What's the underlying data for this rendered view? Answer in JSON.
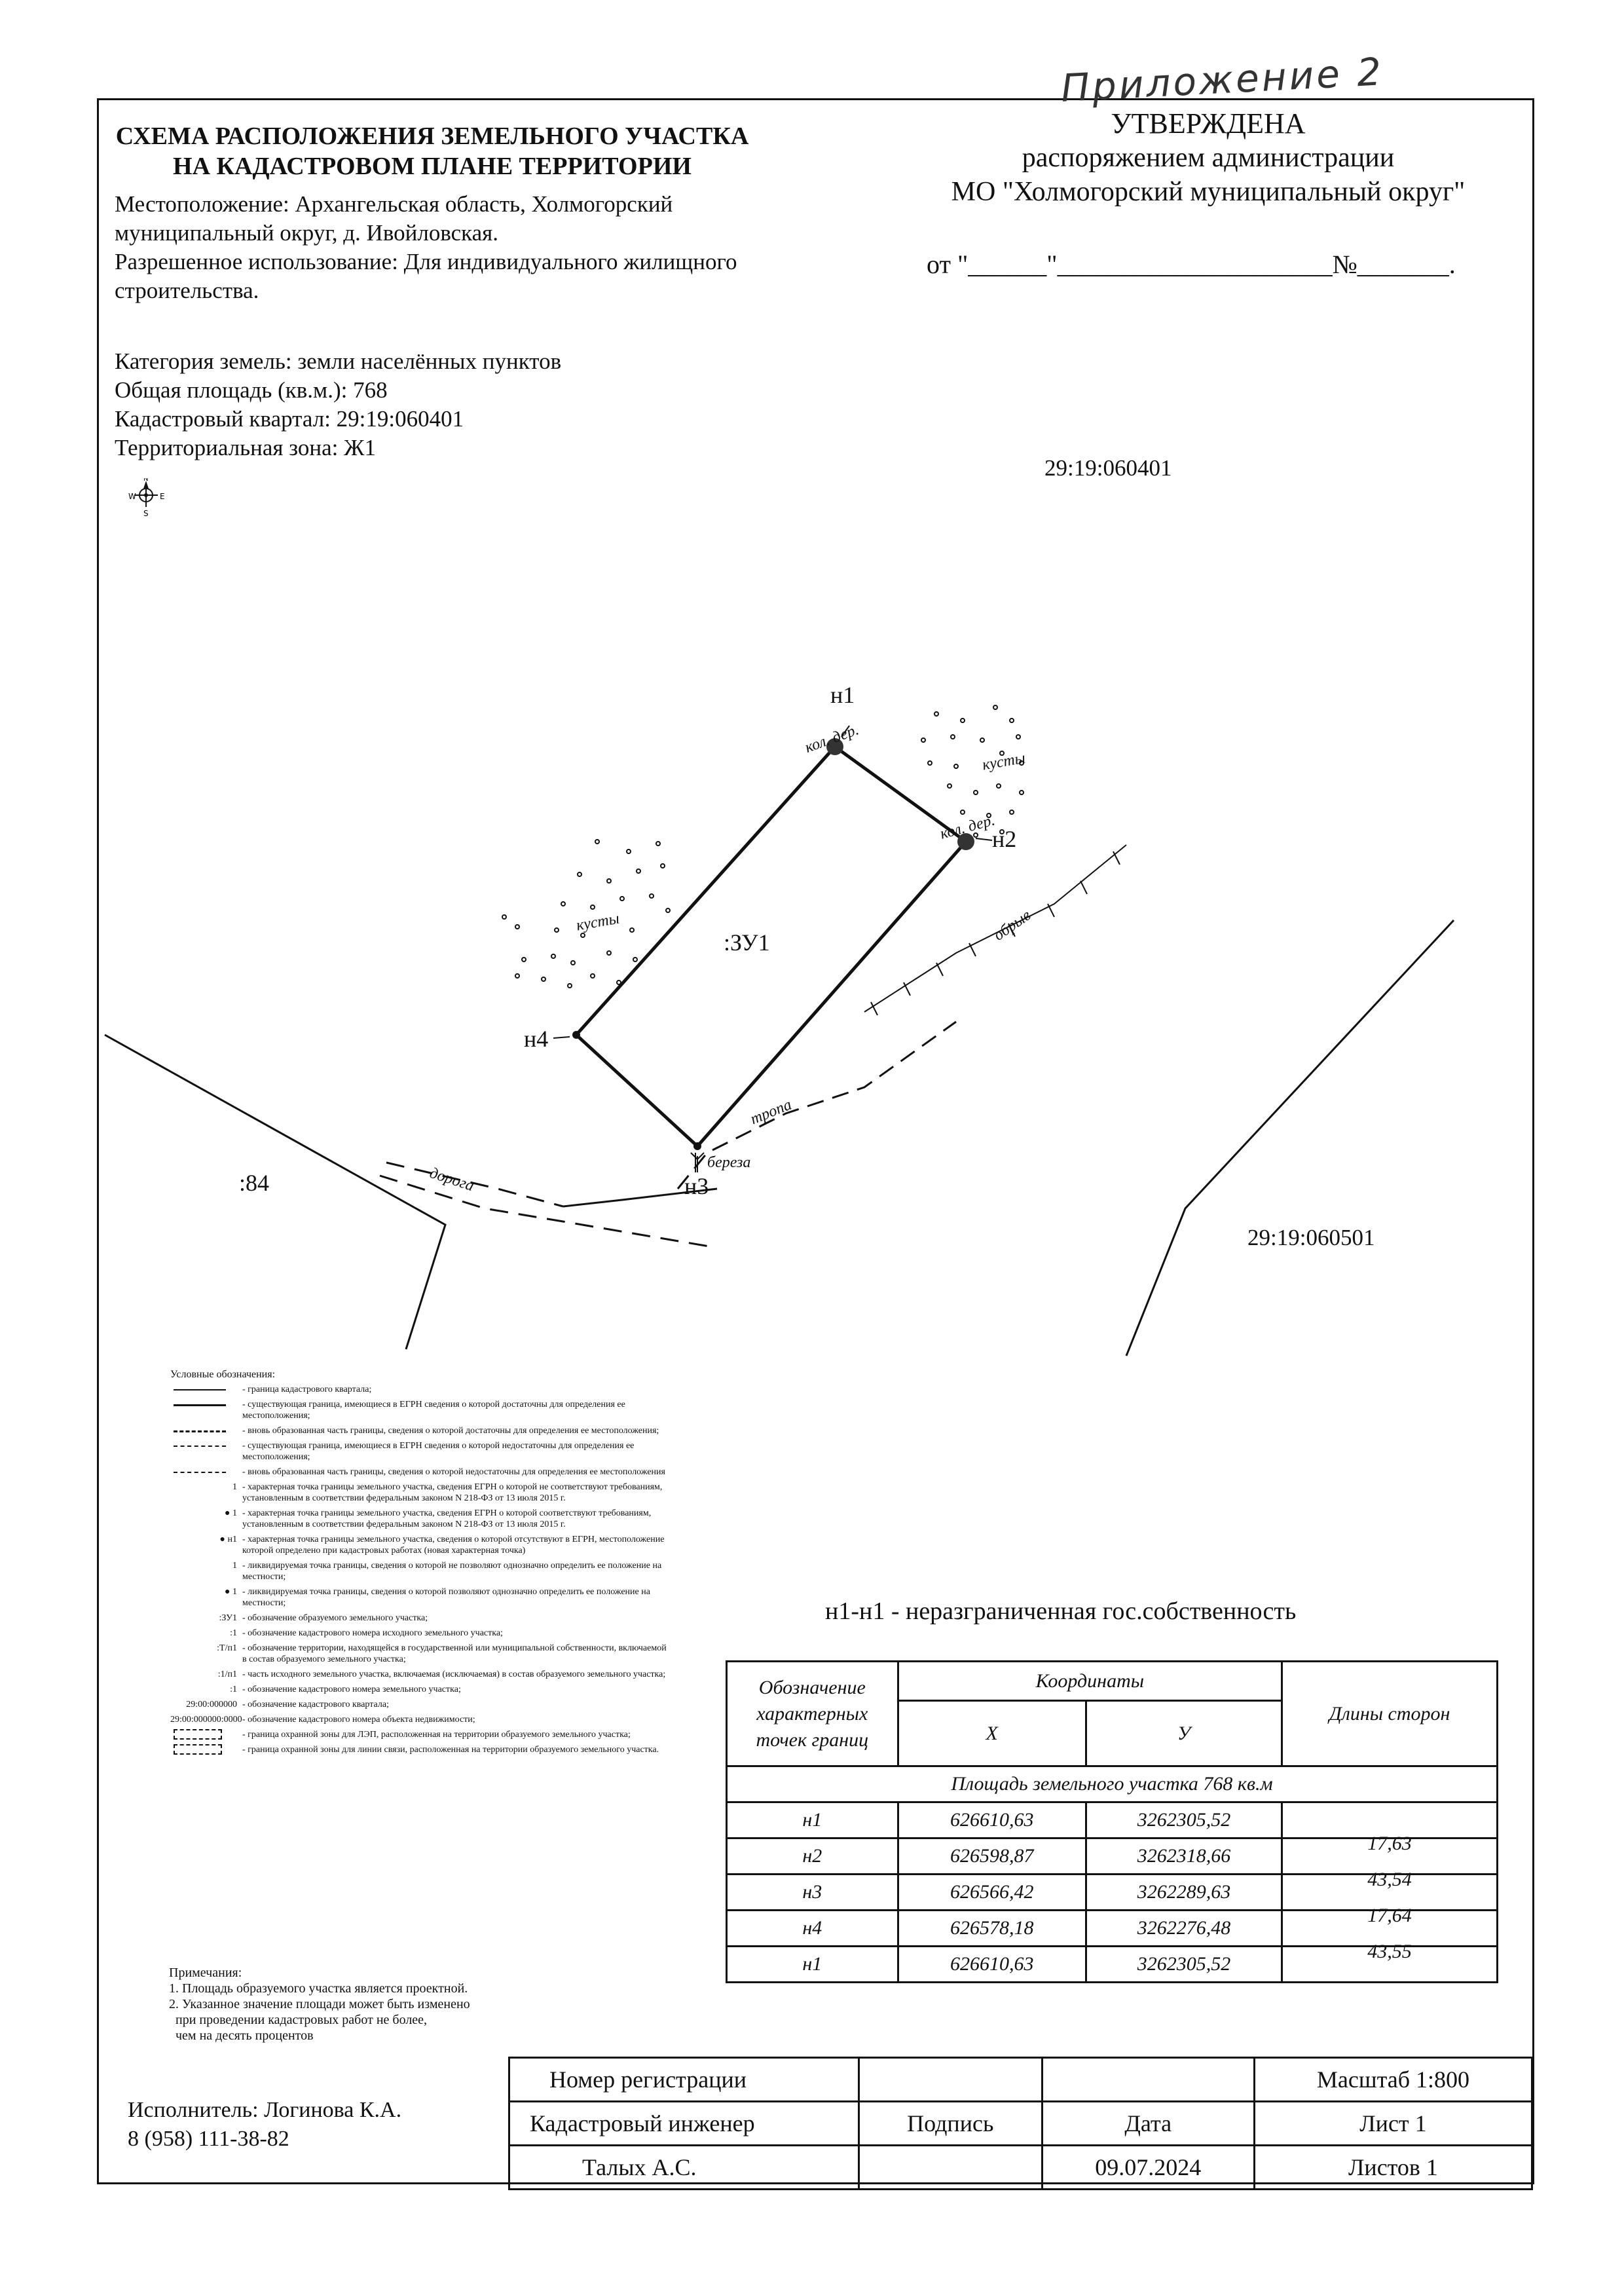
{
  "handwritten_note": "Приложение 2",
  "header": {
    "title_line1": "СХЕМА РАСПОЛОЖЕНИЯ ЗЕМЕЛЬНОГО УЧАСТКА",
    "title_line2": "НА КАДАСТРОВОМ ПЛАНЕ ТЕРРИТОРИИ",
    "location_line1": "Местоположение: Архангельская область, Холмогорский",
    "location_line2": "муниципальный округ, д. Ивойловская.",
    "usage_line1": "Разрешенное использование: Для индивидуального жилищного",
    "usage_line2": "строительства.",
    "category": "Категория земель: земли населённых пунктов",
    "area": "Общая площадь (кв.м.): 768",
    "quarter": "Кадастровый квартал: 29:19:060401",
    "zone": "Территориальная зона: Ж1"
  },
  "approval": {
    "line1": "УТВЕРЖДЕНА",
    "line2": "распоряжением администрации",
    "line3": "МО \"Холмогорский муниципальный округ\"",
    "date_line": "от \"______\"_____________________№_______."
  },
  "compass": {
    "w": "W",
    "e": "E",
    "n": "N",
    "s": "S"
  },
  "map": {
    "quarter_top": "29:19:060401",
    "quarter_right": "29:19:060501",
    "parcel_84": ":84",
    "zu1": ":ЗУ1",
    "points": {
      "n1": "н1",
      "n2": "н2",
      "n3": "н3",
      "n4": "н4"
    },
    "bushes_left": "кусты",
    "bushes_right": "кусты",
    "kol_der1": "кол. дер.",
    "kol_der2": "кол. дер.",
    "cliff": "обрыв",
    "path": "тропа",
    "road": "дорога",
    "birch": "береза"
  },
  "legend": {
    "title": "Условные обозначения:",
    "items": [
      {
        "symbol": "",
        "text": "- граница кадастрового квартала;"
      },
      {
        "symbol": "",
        "text": "- существующая граница, имеющиеся в ЕГРН сведения о которой достаточны для определения ее местоположения;"
      },
      {
        "symbol": "",
        "text": "- вновь образованная часть границы, сведения о которой достаточны для определения ее местоположения;"
      },
      {
        "symbol": "",
        "text": "- существующая граница, имеющиеся в ЕГРН сведения о которой недостаточны для определения ее местоположения;"
      },
      {
        "symbol": "",
        "text": "- вновь образованная часть границы, сведения о которой недостаточны для определения ее местоположения"
      },
      {
        "symbol": "1",
        "text": "- характерная точка границы земельного участка, сведения ЕГРН о которой не соответствуют требованиям, установленным в соответствии федеральным законом N 218-ФЗ от 13 июля 2015 г."
      },
      {
        "symbol": "● 1",
        "text": "- характерная точка границы земельного участка, сведения ЕГРН о которой соответствуют требованиям, установленным в соответствии федеральным законом N 218-ФЗ от 13 июля 2015 г."
      },
      {
        "symbol": "● н1",
        "text": "- характерная точка границы земельного участка, сведения о которой отсутствуют в ЕГРН, местоположение которой определено при кадастровых работах (новая характерная точка)"
      },
      {
        "symbol": "1",
        "text": "- ликвидируемая точка границы, сведения о которой не позволяют однозначно определить ее положение на местности;"
      },
      {
        "symbol": "● 1",
        "text": "- ликвидируемая точка границы, сведения о которой позволяют однозначно определить ее положение на местности;"
      },
      {
        "symbol": ":ЗУ1",
        "text": "- обозначение образуемого земельного участка;"
      },
      {
        "symbol": ":1",
        "text": "- обозначение кадастрового номера исходного земельного участка;"
      },
      {
        "symbol": ":Т/п1",
        "text": "- обозначение территории, находящейся в государственной или муниципальной собственности, включаемой в состав образуемого земельного участка;"
      },
      {
        "symbol": ":1/п1",
        "text": "- часть исходного земельного участка, включаемая (исключаемая) в состав образуемого земельного участка;"
      },
      {
        "symbol": ":1",
        "text": "- обозначение кадастрового номера земельного участка;"
      },
      {
        "symbol": "29:00:000000",
        "text": "- обозначение кадастрового квартала;"
      },
      {
        "symbol": "29:00:000000:0000",
        "text": "- обозначение кадастрового номера объекта недвижимости;"
      },
      {
        "symbol": "",
        "text": "- граница охранной зоны для ЛЭП, расположенная на территории образуемого земельного участка;"
      },
      {
        "symbol": "",
        "text": "- граница охранной зоны для линии связи, расположенная на территории образуемого земельного участка."
      }
    ]
  },
  "notes": {
    "title": "Примечания:",
    "line1": "1. Площадь образуемого участка является проектной.",
    "line2": "2. Указанное значение площади может быть изменено",
    "line3": "при проведении кадастровых работ не более,",
    "line4": "чем на десять процентов"
  },
  "owner_note": "н1-н1 - неразграниченная гос.собственность",
  "coords_table": {
    "h_point": "Обозначение характерных точек границ",
    "h_coords": "Координаты",
    "h_x": "Х",
    "h_y": "У",
    "h_len": "Длины сторон",
    "area_row": "Площадь земельного участка 768 кв.м",
    "rows": [
      {
        "pt": "н1",
        "x": "626610,63",
        "y": "3262305,52"
      },
      {
        "pt": "н2",
        "x": "626598,87",
        "y": "3262318,66"
      },
      {
        "pt": "н3",
        "x": "626566,42",
        "y": "3262289,63"
      },
      {
        "pt": "н4",
        "x": "626578,18",
        "y": "3262276,48"
      },
      {
        "pt": "н1",
        "x": "626610,63",
        "y": "3262305,52"
      }
    ],
    "lengths": [
      "17,63",
      "43,54",
      "17,64",
      "43,55"
    ]
  },
  "stamp": {
    "reg_no": "Номер регистрации",
    "scale": "Масштаб 1:800",
    "engineer_label": "Кадастровый инженер",
    "signature": "Подпись",
    "date_label": "Дата",
    "sheet": "Лист 1",
    "engineer_name": "Талых А.С.",
    "date": "09.07.2024",
    "sheets": "Листов 1"
  },
  "executor": {
    "line1": "Исполнитель: Логинова К.А.",
    "line2": "8 (958) 111-38-82"
  }
}
